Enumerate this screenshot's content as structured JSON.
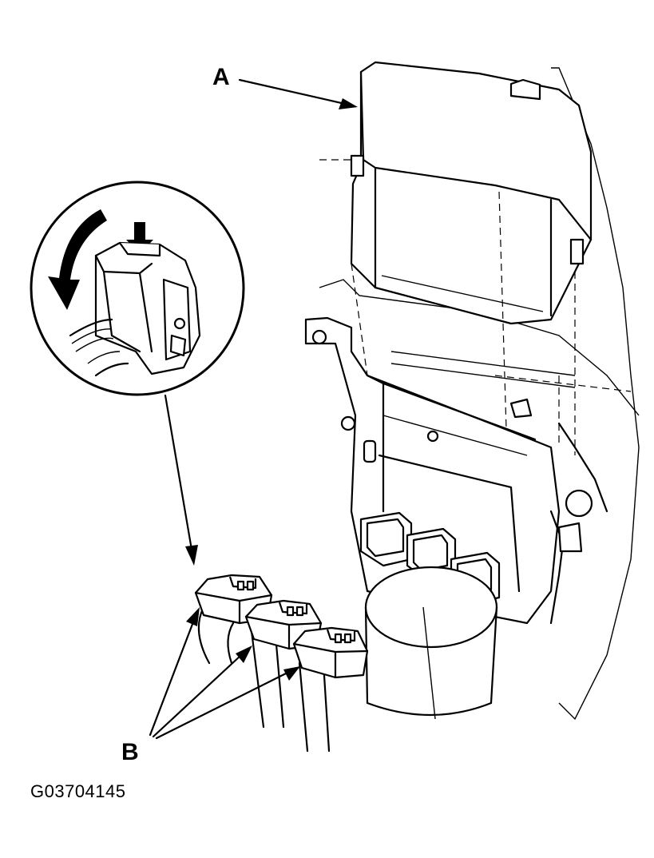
{
  "labels": {
    "cover": "A",
    "connectors": "B"
  },
  "figure_id": "G03704145"
}
